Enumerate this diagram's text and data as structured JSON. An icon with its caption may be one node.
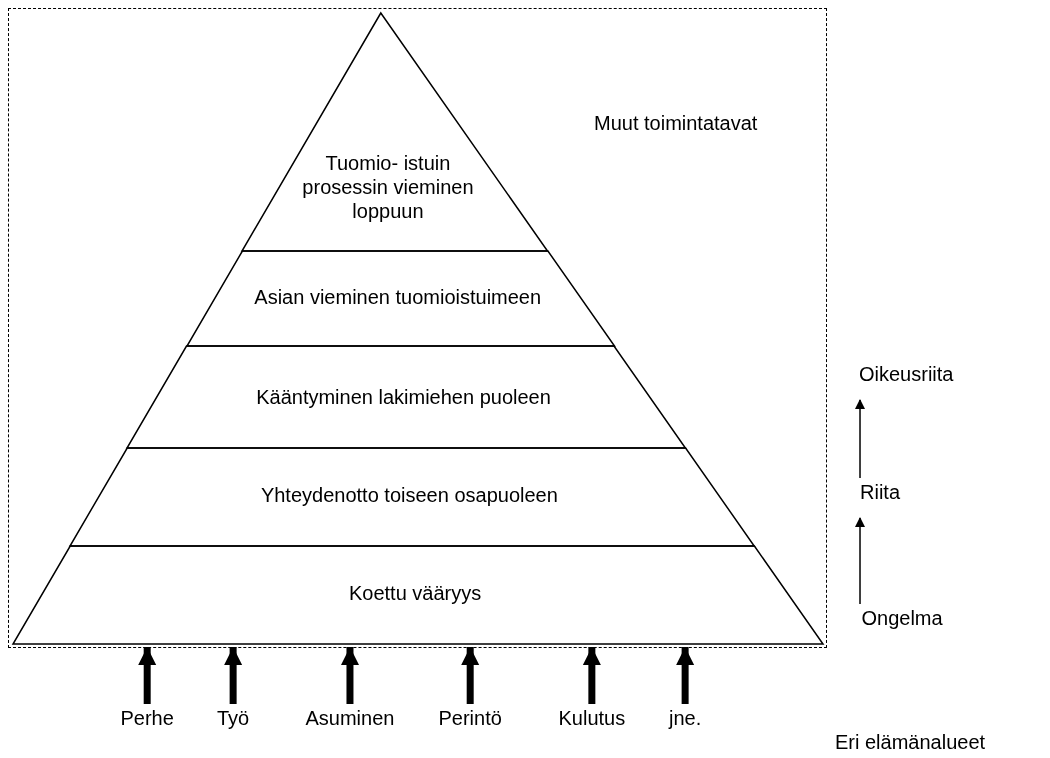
{
  "diagram": {
    "nodes": [
      {
        "text": [
          "Muut toimintatavat"
        ]
      },
      {
        "text": [
          "Tuomio- istuin prosessin vieminen loppuun"
        ],
        "in": 0
      },
      {
        "text": [
          "Asian vieminen tuomioistuimeen"
        ],
        "in": 0
      },
      {
        "text": [
          "Kääntyminen lakimiehen puoleen"
        ],
        "in": 0
      },
      {
        "text": [
          "Yhteydenotto toiseen osapuoleen"
        ],
        "in": 0
      },
      {
        "text": [
          "Koettu vääryys"
        ],
        "in": 0
      },
      {
        "text": [
          "Perhe"
        ]
      },
      {
        "text": [
          "Työ"
        ]
      },
      {
        "text": [
          "Asuminen"
        ]
      },
      {
        "text": [
          "Perintö"
        ]
      },
      {
        "text": [
          "Kulutus"
        ]
      },
      {
        "text": [
          "jne."
        ]
      },
      {
        "text": [
          "Ongelma"
        ]
      },
      {
        "text": [
          "Riita"
        ]
      },
      {
        "text": [
          "Oikeusriita"
        ]
      }
    ],
    "edges": [
      {
        "from": 6,
        "to": 5,
        "arrow": "to"
      },
      {
        "from": 7,
        "to": 5,
        "arrow": "to"
      },
      {
        "from": 8,
        "to": 5,
        "arrow": "to"
      },
      {
        "from": 9,
        "to": 5,
        "arrow": "to"
      },
      {
        "from": 10,
        "to": 5,
        "arrow": "to"
      },
      {
        "from": 11,
        "to": 5,
        "arrow": "to"
      },
      {
        "from": 12,
        "to": 13,
        "arrow": "to"
      },
      {
        "from": 13,
        "to": 14,
        "arrow": "to"
      }
    ],
    "labels": [
      "Eri elämänalueet"
    ]
  }
}
